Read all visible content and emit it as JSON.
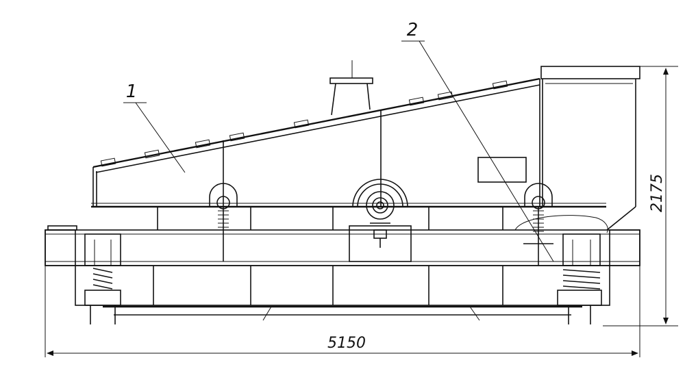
{
  "callouts": [
    {
      "label": "1"
    },
    {
      "label": "2"
    }
  ],
  "dimensions": {
    "overall_length": "5150",
    "overall_height": "2175"
  }
}
